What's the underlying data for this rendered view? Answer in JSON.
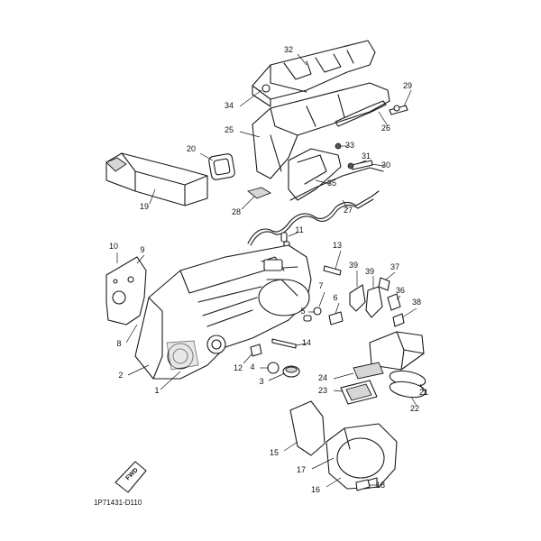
{
  "diagram": {
    "drawing_code": "1P71431-D110",
    "fwd_label": "FWD",
    "callouts": [
      "1",
      "2",
      "3",
      "4",
      "5",
      "6",
      "7",
      "8",
      "9",
      "10",
      "11",
      "12",
      "13",
      "14",
      "15",
      "16",
      "17",
      "18",
      "19",
      "20",
      "21",
      "22",
      "23",
      "24",
      "25",
      "26",
      "27",
      "28",
      "29",
      "30",
      "31",
      "32",
      "33",
      "34",
      "35",
      "36",
      "37",
      "38",
      "39"
    ]
  }
}
